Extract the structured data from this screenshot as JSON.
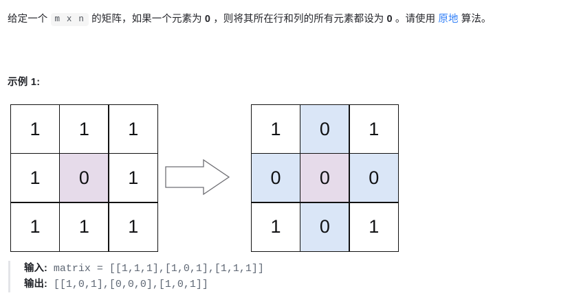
{
  "statement": {
    "part1": "给定一个 ",
    "code": "m x n",
    "part2": " 的矩阵，如果一个元素为 ",
    "zero1": "0",
    "part3": " ，则将其所在行和列的所有元素都设为 ",
    "zero2": "0",
    "part4": " 。请使用 ",
    "link": "原地",
    "part5": " 算法。"
  },
  "example": {
    "heading": "示例 1:"
  },
  "matrices": {
    "input": {
      "name": "input-matrix",
      "rows": [
        [
          {
            "value": "1",
            "highlight": "none"
          },
          {
            "value": "1",
            "highlight": "none"
          },
          {
            "value": "1",
            "highlight": "none"
          }
        ],
        [
          {
            "value": "1",
            "highlight": "none"
          },
          {
            "value": "0",
            "highlight": "purple"
          },
          {
            "value": "1",
            "highlight": "none"
          }
        ],
        [
          {
            "value": "1",
            "highlight": "none"
          },
          {
            "value": "1",
            "highlight": "none"
          },
          {
            "value": "1",
            "highlight": "none"
          }
        ]
      ]
    },
    "output": {
      "name": "output-matrix",
      "rows": [
        [
          {
            "value": "1",
            "highlight": "none"
          },
          {
            "value": "0",
            "highlight": "blue"
          },
          {
            "value": "1",
            "highlight": "none"
          }
        ],
        [
          {
            "value": "0",
            "highlight": "blue"
          },
          {
            "value": "0",
            "highlight": "purple"
          },
          {
            "value": "0",
            "highlight": "blue"
          }
        ],
        [
          {
            "value": "1",
            "highlight": "none"
          },
          {
            "value": "0",
            "highlight": "blue"
          },
          {
            "value": "1",
            "highlight": "none"
          }
        ]
      ]
    }
  },
  "arrow": {
    "icon": "arrow-right-outline-icon"
  },
  "io": {
    "input_label": "输入:",
    "input_value": " matrix = [[1,1,1],[1,0,1],[1,1,1]]",
    "output_label": "输出:",
    "output_value": " [[1,0,1],[0,0,0],[1,0,1]]"
  },
  "colors": {
    "link": "#2f7ef7",
    "highlight_purple": "#e6dbea",
    "highlight_blue": "#dae6f7",
    "grid_line": "#111111",
    "code_text": "#5d6673"
  }
}
